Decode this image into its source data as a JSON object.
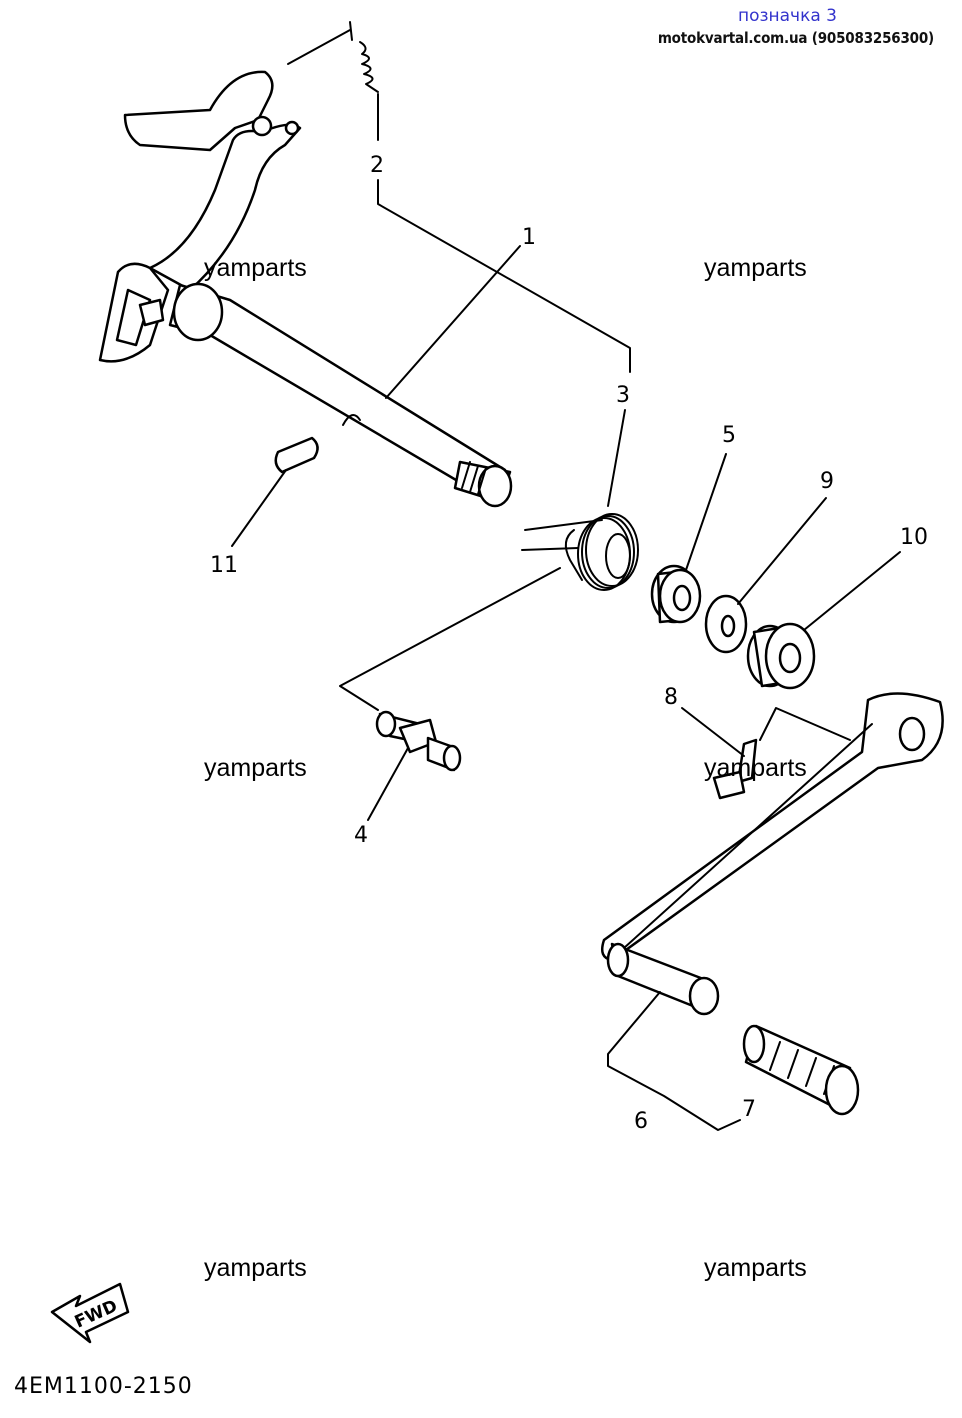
{
  "header": {
    "label": "позначка 3",
    "site": "motokvartal.com.ua (905083256300)"
  },
  "watermark": "yamparts",
  "diagram_code": "4EM1100-2150",
  "fwd_label": "FWD",
  "parts": [
    {
      "id": "1",
      "label": "1"
    },
    {
      "id": "2",
      "label": "2"
    },
    {
      "id": "3",
      "label": "3"
    },
    {
      "id": "4",
      "label": "4"
    },
    {
      "id": "5",
      "label": "5"
    },
    {
      "id": "6",
      "label": "6"
    },
    {
      "id": "7",
      "label": "7"
    },
    {
      "id": "8",
      "label": "8"
    },
    {
      "id": "9",
      "label": "9"
    },
    {
      "id": "10",
      "label": "10"
    },
    {
      "id": "11",
      "label": "11"
    }
  ]
}
